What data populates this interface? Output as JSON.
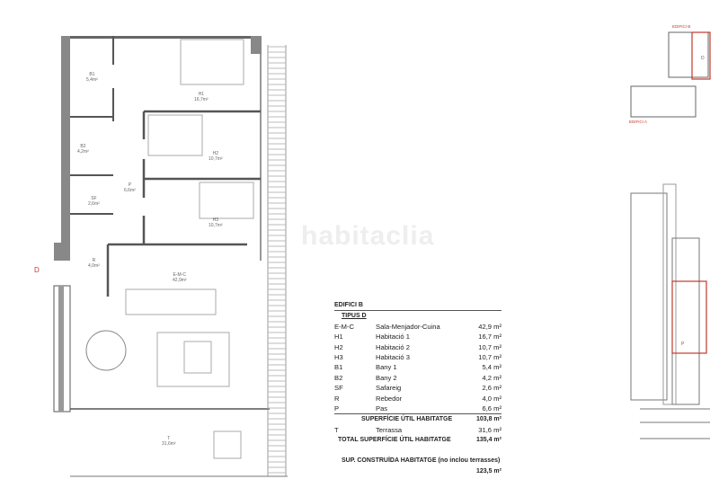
{
  "plan": {
    "entry_marker": "D",
    "rooms": [
      {
        "code": "B1",
        "area": "5,4m²"
      },
      {
        "code": "H1",
        "area": "16,7m²"
      },
      {
        "code": "B2",
        "area": "4,2m²"
      },
      {
        "code": "H2",
        "area": "10,7m²"
      },
      {
        "code": "P",
        "area": "6,6m²"
      },
      {
        "code": "SF",
        "area": "2,6m²"
      },
      {
        "code": "H3",
        "area": "10,7m²"
      },
      {
        "code": "R",
        "area": "4,0m²"
      },
      {
        "code": "E-M-C",
        "area": "42,9m²"
      },
      {
        "code": "T",
        "area": "31,6m²"
      }
    ]
  },
  "watermark": "habitaclia",
  "table": {
    "building": "EDIFICI B",
    "type": "TIPUS D",
    "rows": [
      {
        "code": "E-M-C",
        "name": "Sala-Menjador-Cuina",
        "area": "42,9 m²"
      },
      {
        "code": "H1",
        "name": "Habitació 1",
        "area": "16,7 m²"
      },
      {
        "code": "H2",
        "name": "Habitació 2",
        "area": "10,7 m²"
      },
      {
        "code": "H3",
        "name": "Habitació 3",
        "area": "10,7 m²"
      },
      {
        "code": "B1",
        "name": "Bany 1",
        "area": "5,4 m²"
      },
      {
        "code": "B2",
        "name": "Bany 2",
        "area": "4,2 m²"
      },
      {
        "code": "SF",
        "name": "Safareig",
        "area": "2,6 m²"
      },
      {
        "code": "R",
        "name": "Rebedor",
        "area": "4,0 m²"
      },
      {
        "code": "P",
        "name": "Pas",
        "area": "6,6 m²"
      }
    ],
    "useful_label": "SUPERFÍCIE ÚTIL HABITATGE",
    "useful_value": "103,8 m²",
    "terrace": {
      "code": "T",
      "name": "Terrassa",
      "area": "31,6 m²"
    },
    "total_label": "TOTAL SUPERFÍCIE ÚTIL HABITATGE",
    "total_value": "135,4 m²",
    "built_label": "SUP. CONSTRUÏDA  HABITATGE (no inclou terrasses)",
    "built_value": "123,5 m²"
  },
  "keyplan": {
    "building_b": "EDIFICI B",
    "building_a": "EDIFICI A",
    "unit": "D",
    "highlight_color": "#c0392b"
  },
  "elevation": {
    "unit": "P"
  }
}
